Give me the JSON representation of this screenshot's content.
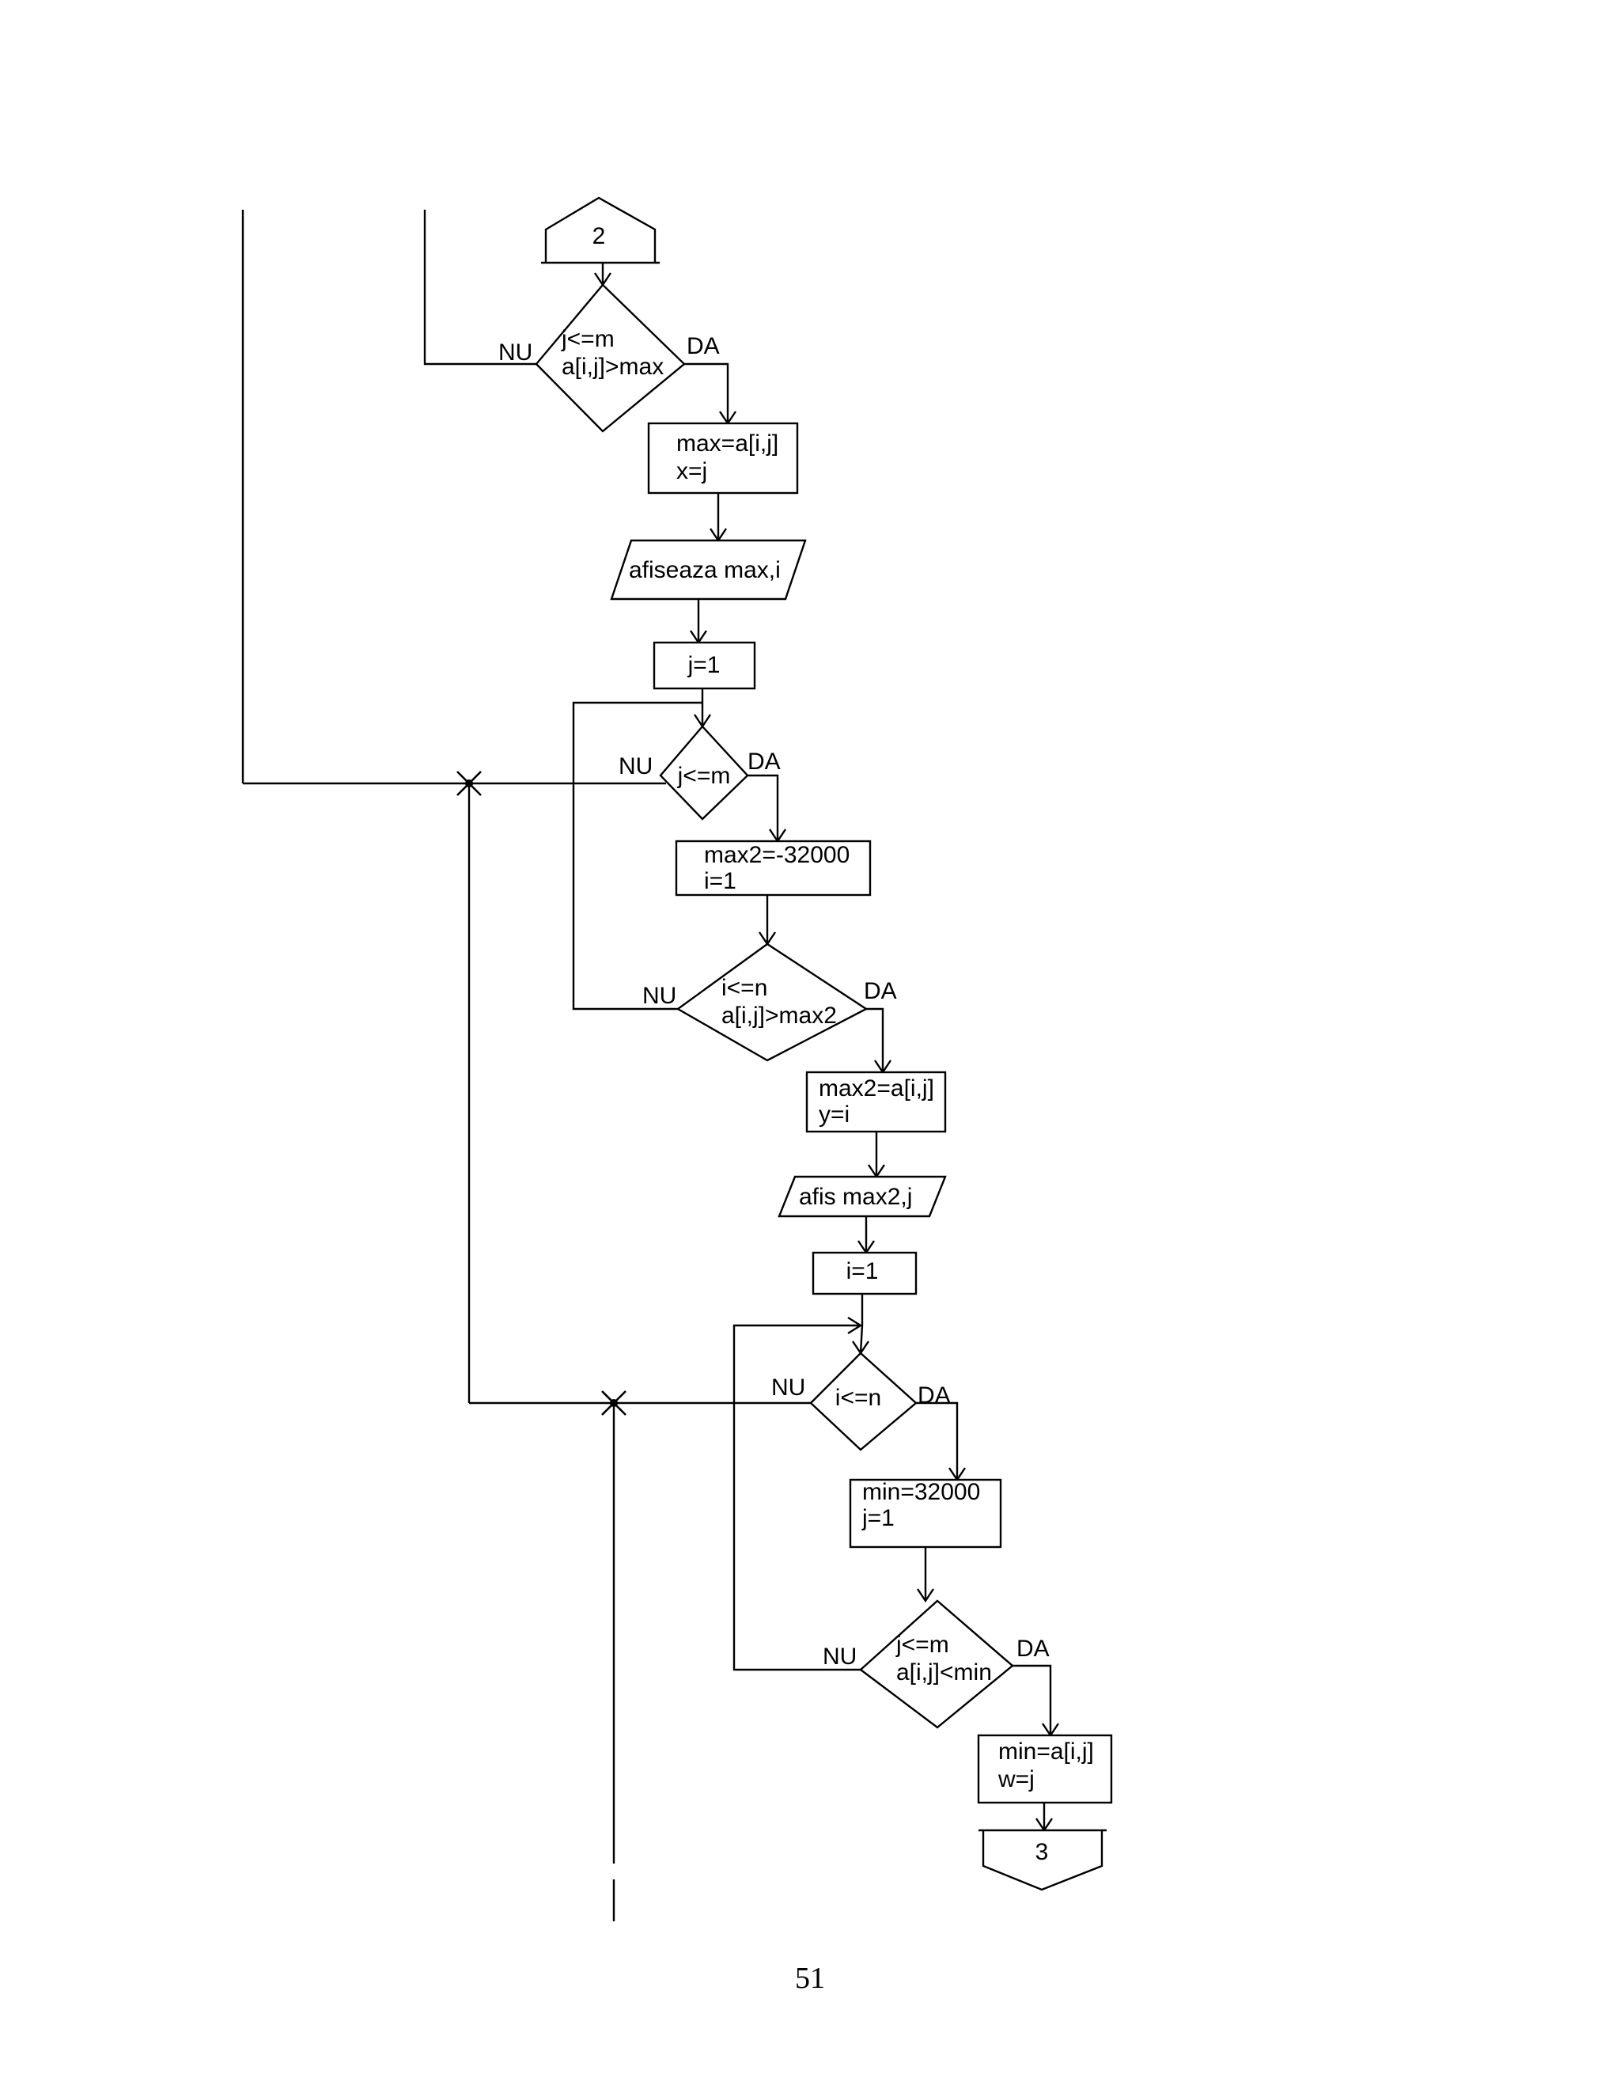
{
  "connectors": {
    "top": "2",
    "bottom": "3"
  },
  "decision1": {
    "line1": "j<=m",
    "line2": "a[i,j]>max",
    "no": "NU",
    "yes": "DA"
  },
  "process1": {
    "line1": "max=a[i,j]",
    "line2": "x=j"
  },
  "output1": {
    "text": "afiseaza max,i"
  },
  "process2": {
    "text": "j=1"
  },
  "decision2": {
    "text": "j<=m",
    "no": "NU",
    "yes": "DA"
  },
  "process3": {
    "line1": "max2=-32000",
    "line2": "i=1"
  },
  "decision3": {
    "line1": "i<=n",
    "line2": "a[i,j]>max2",
    "no": "NU",
    "yes": "DA"
  },
  "process4": {
    "line1": "max2=a[i,j]",
    "line2": "y=i"
  },
  "output2": {
    "text": "afis max2,j"
  },
  "process5": {
    "text": "i=1"
  },
  "decision4": {
    "text": "i<=n",
    "no": "NU",
    "yes": "DA"
  },
  "process6": {
    "line1": "min=32000",
    "line2": "j=1"
  },
  "decision5": {
    "line1": "j<=m",
    "line2": "a[i,j]<min",
    "no": "NU",
    "yes": "DA"
  },
  "process7": {
    "line1": "min=a[i,j]",
    "line2": "w=j"
  },
  "page": {
    "number": "51"
  }
}
